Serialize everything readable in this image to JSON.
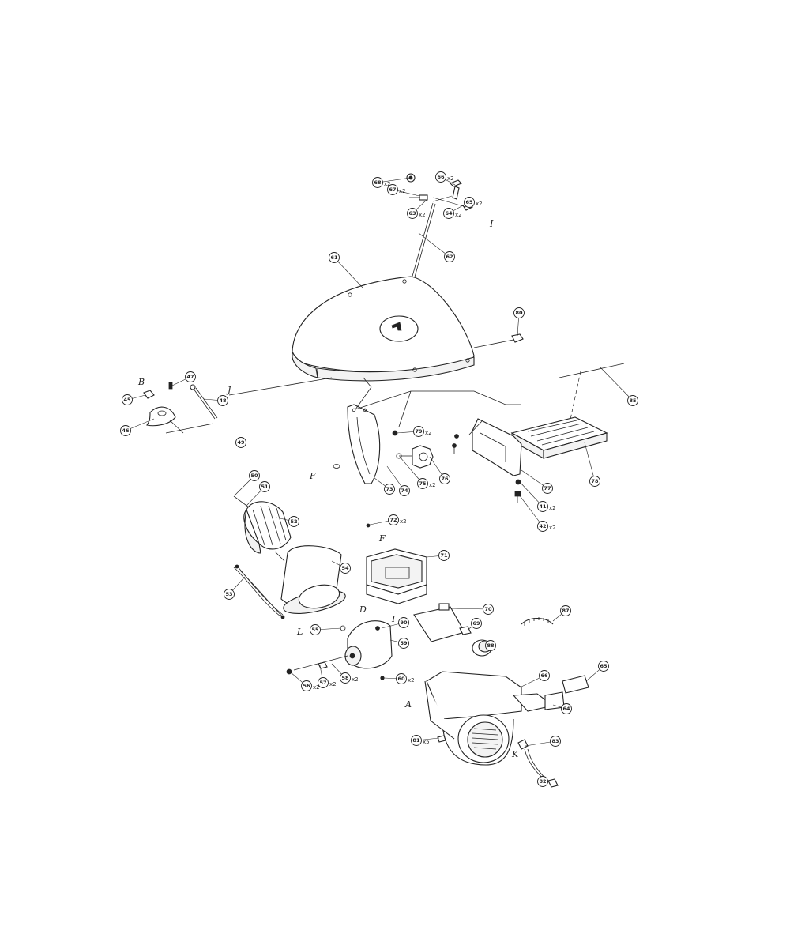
{
  "diagram": {
    "callouts": [
      {
        "id": "p68",
        "label": "68",
        "qty": "x2"
      },
      {
        "id": "p67",
        "label": "67",
        "qty": "x2"
      },
      {
        "id": "p66",
        "label": "66",
        "qty": "x2"
      },
      {
        "id": "p63t",
        "label": "63",
        "qty": "x2"
      },
      {
        "id": "p64t",
        "label": "64",
        "qty": "x2"
      },
      {
        "id": "p65t",
        "label": "65",
        "qty": "x2"
      },
      {
        "id": "p62t",
        "label": "62",
        "qty": ""
      },
      {
        "id": "p61t",
        "label": "61",
        "qty": ""
      },
      {
        "id": "p80",
        "label": "80",
        "qty": ""
      },
      {
        "id": "p85",
        "label": "85",
        "qty": ""
      },
      {
        "id": "p47",
        "label": "47",
        "qty": ""
      },
      {
        "id": "p45",
        "label": "45",
        "qty": ""
      },
      {
        "id": "p48",
        "label": "48",
        "qty": ""
      },
      {
        "id": "p46",
        "label": "46",
        "qty": ""
      },
      {
        "id": "p49",
        "label": "49",
        "qty": ""
      },
      {
        "id": "p79",
        "label": "79",
        "qty": "x2"
      },
      {
        "id": "p76",
        "label": "76",
        "qty": ""
      },
      {
        "id": "p75",
        "label": "75",
        "qty": "x2"
      },
      {
        "id": "p74",
        "label": "74",
        "qty": ""
      },
      {
        "id": "p73",
        "label": "73",
        "qty": ""
      },
      {
        "id": "p77",
        "label": "77",
        "qty": ""
      },
      {
        "id": "p78",
        "label": "78",
        "qty": ""
      },
      {
        "id": "p41",
        "label": "41",
        "qty": "x2"
      },
      {
        "id": "p42",
        "label": "42",
        "qty": "x2"
      },
      {
        "id": "p50",
        "label": "50",
        "qty": ""
      },
      {
        "id": "p51",
        "label": "51",
        "qty": ""
      },
      {
        "id": "p52",
        "label": "52",
        "qty": ""
      },
      {
        "id": "p72",
        "label": "72",
        "qty": "x2"
      },
      {
        "id": "p71",
        "label": "71",
        "qty": ""
      },
      {
        "id": "p54",
        "label": "54",
        "qty": ""
      },
      {
        "id": "p53",
        "label": "53",
        "qty": ""
      },
      {
        "id": "p55",
        "label": "55",
        "qty": ""
      },
      {
        "id": "p90",
        "label": "90",
        "qty": ""
      },
      {
        "id": "p59",
        "label": "59",
        "qty": ""
      },
      {
        "id": "p70",
        "label": "70",
        "qty": ""
      },
      {
        "id": "p69",
        "label": "69",
        "qty": ""
      },
      {
        "id": "p87",
        "label": "87",
        "qty": ""
      },
      {
        "id": "p88",
        "label": "88",
        "qty": ""
      },
      {
        "id": "p56",
        "label": "56",
        "qty": "x2"
      },
      {
        "id": "p57",
        "label": "57",
        "qty": "x2"
      },
      {
        "id": "p58",
        "label": "58",
        "qty": "x2"
      },
      {
        "id": "p60",
        "label": "60",
        "qty": "x2"
      },
      {
        "id": "p65b",
        "label": "65",
        "qty": ""
      },
      {
        "id": "p66b",
        "label": "66",
        "qty": ""
      },
      {
        "id": "p64b",
        "label": "64",
        "qty": ""
      },
      {
        "id": "p81",
        "label": "81",
        "qty": "x5"
      },
      {
        "id": "p83",
        "label": "83",
        "qty": ""
      },
      {
        "id": "p82",
        "label": "82",
        "qty": ""
      }
    ],
    "letters": [
      {
        "id": "I",
        "text": "I"
      },
      {
        "id": "B",
        "text": "B"
      },
      {
        "id": "J",
        "text": "J"
      },
      {
        "id": "F1",
        "text": "F"
      },
      {
        "id": "F2",
        "text": "F"
      },
      {
        "id": "L",
        "text": "L"
      },
      {
        "id": "D",
        "text": "D"
      },
      {
        "id": "I2",
        "text": "I"
      },
      {
        "id": "A",
        "text": "A"
      },
      {
        "id": "K",
        "text": "K"
      }
    ]
  }
}
